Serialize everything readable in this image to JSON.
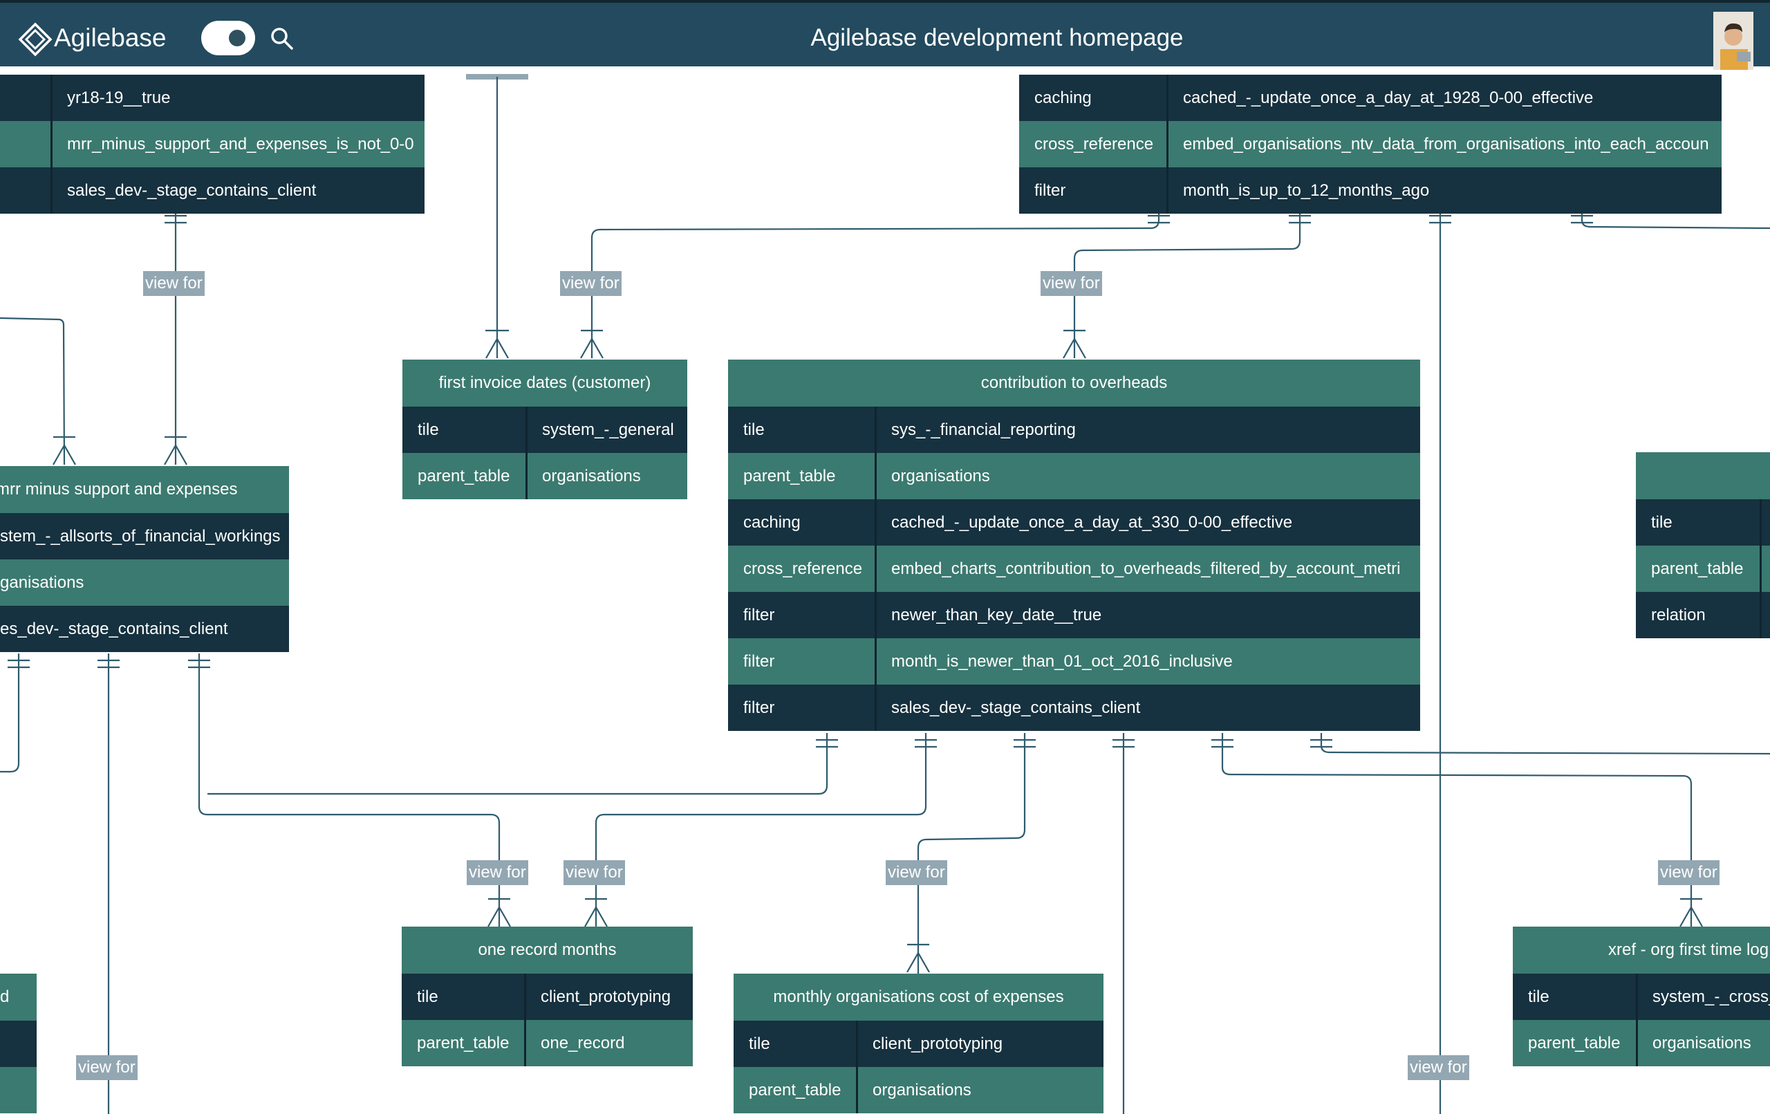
{
  "app": {
    "name": "Agilebase",
    "title": "Agilebase development homepage"
  },
  "icons": {
    "logo": "diamond-logo-icon",
    "search": "search-icon",
    "toggle": "toggle-switch"
  },
  "colors": {
    "header": "#234a5e",
    "row_dark": "#16313f",
    "row_light": "#3b7a70",
    "label_bg": "#93a7b2",
    "line": "#2f5b6d"
  },
  "relationship_label": "view for",
  "tables": {
    "top_left": {
      "rows": [
        {
          "value": "yr18-19__true"
        },
        {
          "value": "mrr_minus_support_and_expenses_is_not_0-0"
        },
        {
          "value": "sales_dev-_stage_contains_client"
        }
      ]
    },
    "top_right": {
      "rows": [
        {
          "key": "caching",
          "value": "cached_-_update_once_a_day_at_1928_0-00_effective"
        },
        {
          "key": "cross_reference",
          "value": "embed_organisations_ntv_data_from_organisations_into_each_accoun"
        },
        {
          "key": "filter",
          "value": "month_is_up_to_12_months_ago"
        }
      ]
    },
    "mrr": {
      "title": "mrr minus support and expenses",
      "rows": [
        {
          "value": "stem_-_allsorts_of_financial_workings"
        },
        {
          "value": "ganisations"
        },
        {
          "value": "es_dev-_stage_contains_client"
        }
      ]
    },
    "first_invoice": {
      "title": "first invoice dates (customer)",
      "rows": [
        {
          "key": "tile",
          "value": "system_-_general"
        },
        {
          "key": "parent_table",
          "value": "organisations"
        }
      ]
    },
    "contribution": {
      "title": "contribution to overheads",
      "rows": [
        {
          "key": "tile",
          "value": "sys_-_financial_reporting"
        },
        {
          "key": "parent_table",
          "value": "organisations"
        },
        {
          "key": "caching",
          "value": "cached_-_update_once_a_day_at_330_0-00_effective"
        },
        {
          "key": "cross_reference",
          "value": "embed_charts_contribution_to_overheads_filtered_by_account_metri"
        },
        {
          "key": "filter",
          "value": "newer_than_key_date__true"
        },
        {
          "key": "filter",
          "value": "month_is_newer_than_01_oct_2016_inclusive"
        },
        {
          "key": "filter",
          "value": "sales_dev-_stage_contains_client"
        }
      ]
    },
    "right_partial": {
      "rows": [
        {
          "key": "tile"
        },
        {
          "key": "parent_table"
        },
        {
          "key": "relation"
        }
      ]
    },
    "one_record": {
      "title": "one record months",
      "rows": [
        {
          "key": "tile",
          "value": "client_prototyping"
        },
        {
          "key": "parent_table",
          "value": "one_record"
        }
      ]
    },
    "monthly_orgs": {
      "title": "monthly organisations cost of expenses",
      "rows": [
        {
          "key": "tile",
          "value": "client_prototyping"
        },
        {
          "key": "parent_table",
          "value": "organisations"
        }
      ]
    },
    "xref": {
      "title": "xref - org first time log",
      "rows": [
        {
          "key": "tile",
          "value": "system_-_cross_"
        },
        {
          "key": "parent_table",
          "value": "organisations"
        }
      ]
    },
    "bottom_left": {
      "rows": [
        {
          "value": "d"
        }
      ]
    }
  }
}
